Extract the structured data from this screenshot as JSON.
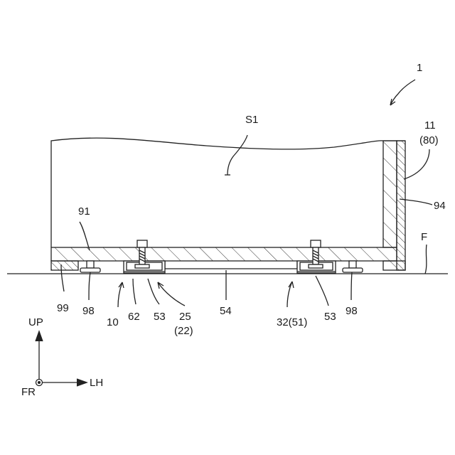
{
  "figure": {
    "ref_main": "1",
    "ref_s1": "S1",
    "ref_11": "11",
    "ref_80": "(80)",
    "ref_94": "94",
    "ref_91": "91",
    "ref_f": "F",
    "ref_99": "99",
    "ref_98_left": "98",
    "ref_10": "10",
    "ref_62": "62",
    "ref_53_left": "53",
    "ref_25": "25",
    "ref_22": "(22)",
    "ref_54": "54",
    "ref_32_51": "32(51)",
    "ref_53_right": "53",
    "ref_98_right": "98",
    "axis_up": "UP",
    "axis_fr": "FR",
    "axis_lh": "LH"
  }
}
